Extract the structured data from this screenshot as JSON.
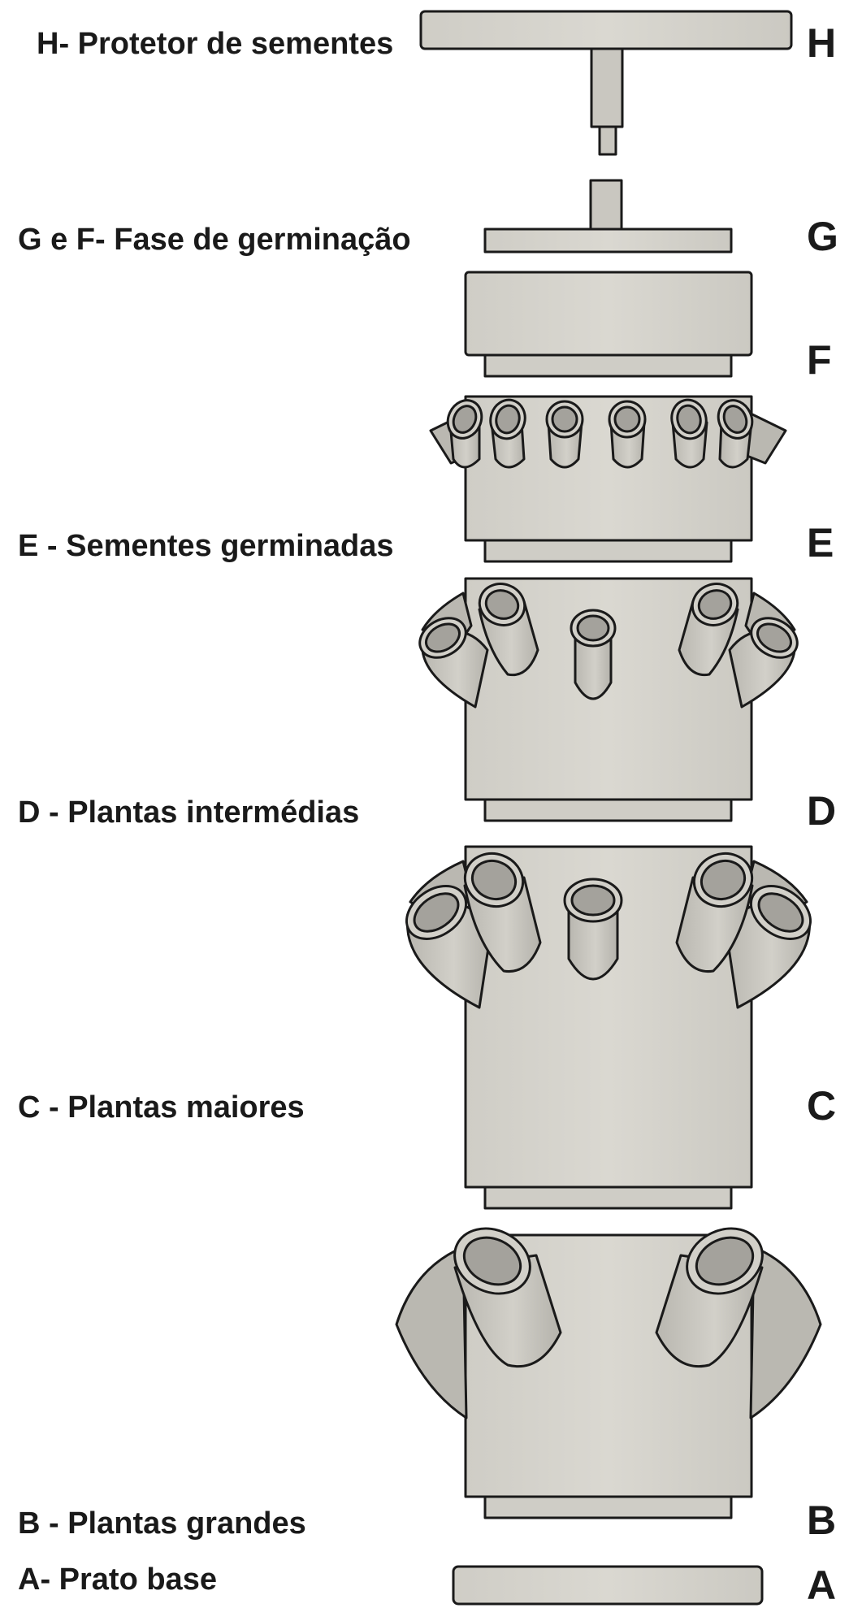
{
  "labels": {
    "H": {
      "letter": "H",
      "text": "H- Protetor de sementes"
    },
    "G": {
      "letter": "G",
      "text": "G e F- Fase de germinação"
    },
    "F": {
      "letter": "F"
    },
    "E": {
      "letter": "E",
      "text": "E - Sementes germinadas"
    },
    "D": {
      "letter": "D",
      "text": "D - Plantas intermédias"
    },
    "C": {
      "letter": "C",
      "text": "C - Plantas maiores"
    },
    "B": {
      "letter": "B",
      "text": "B - Plantas grandes"
    },
    "A": {
      "letter": "A",
      "text": "A- Prato base"
    }
  },
  "colors": {
    "part_fill": "#d5d3cc",
    "part_shade": "#bab8b1",
    "cup_inner": "#a4a29c",
    "outline": "#1a1a1a",
    "text": "#1a1a1a"
  }
}
